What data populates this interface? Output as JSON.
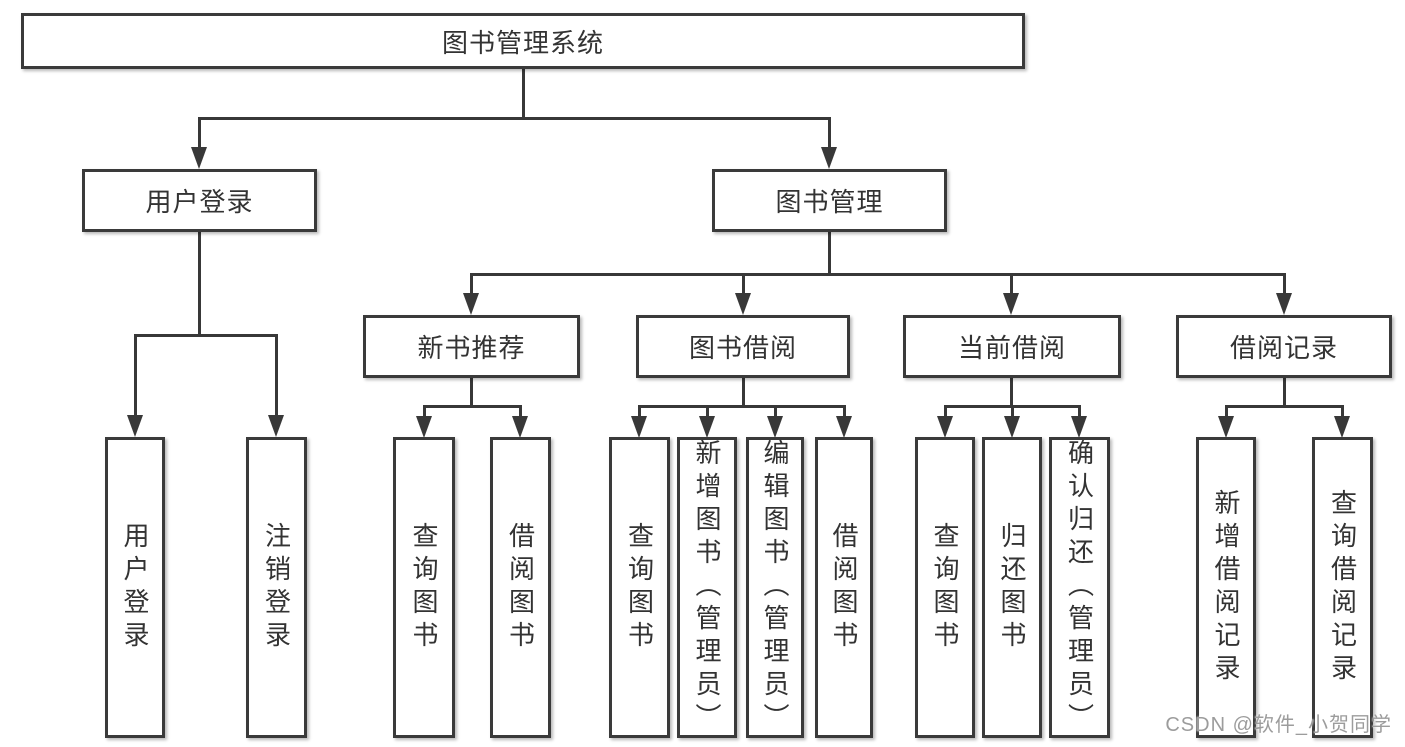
{
  "diagram": {
    "root": {
      "label": "图书管理系统"
    },
    "level2": [
      {
        "label": "用户登录"
      },
      {
        "label": "图书管理"
      }
    ],
    "level3": [
      {
        "label": "新书推荐"
      },
      {
        "label": "图书借阅"
      },
      {
        "label": "当前借阅"
      },
      {
        "label": "借阅记录"
      }
    ],
    "leaves": {
      "user_login": [
        "用户登录",
        "注销登录"
      ],
      "new_book_recommend": [
        "查询图书",
        "借阅图书"
      ],
      "book_borrow": [
        "查询图书",
        "新增图书（管理员）",
        "编辑图书（管理员）",
        "借阅图书"
      ],
      "current_borrow": [
        "查询图书",
        "归还图书",
        "确认归还（管理员）"
      ],
      "borrow_records": [
        "新增借阅记录",
        "查询借阅记录"
      ]
    },
    "watermark": "CSDN @软件_小贺同学",
    "colors": {
      "line": "#383838",
      "border": "#3a3a3a",
      "text": "#333333",
      "background": "#ffffff",
      "watermark": "#9c9c9c"
    }
  }
}
